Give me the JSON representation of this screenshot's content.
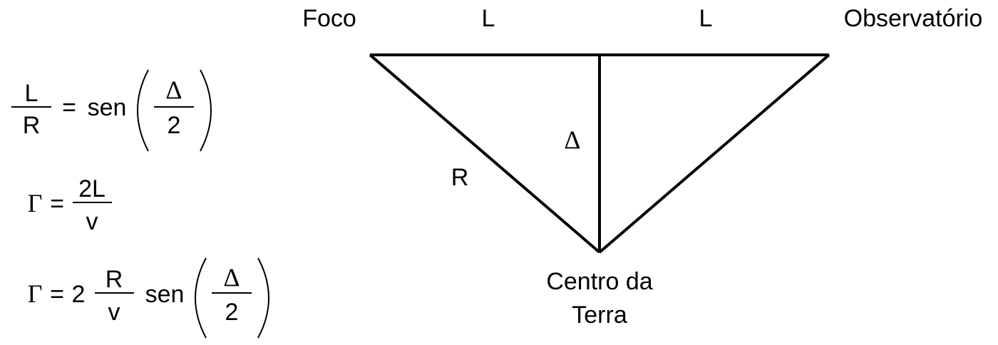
{
  "diagram": {
    "labels": {
      "foco": "Foco",
      "l_left": "L",
      "l_right": "L",
      "observatorio": "Observatório",
      "r": "R",
      "delta": "Δ",
      "centro_line1": "Centro da",
      "centro_line2": "Terra"
    }
  },
  "equations": {
    "eq1": {
      "num_l": "L",
      "den_r": "R",
      "equals": "=",
      "sen": "sen",
      "delta": "Δ",
      "two": "2"
    },
    "eq2": {
      "gamma": "Γ",
      "equals": "=",
      "num": "2L",
      "den": "v"
    },
    "eq3": {
      "gamma": "Γ",
      "equals": "=",
      "two": "2",
      "num_r": "R",
      "den_v": "v",
      "sen": "sen",
      "delta": "Δ",
      "delta_den": "2"
    }
  }
}
